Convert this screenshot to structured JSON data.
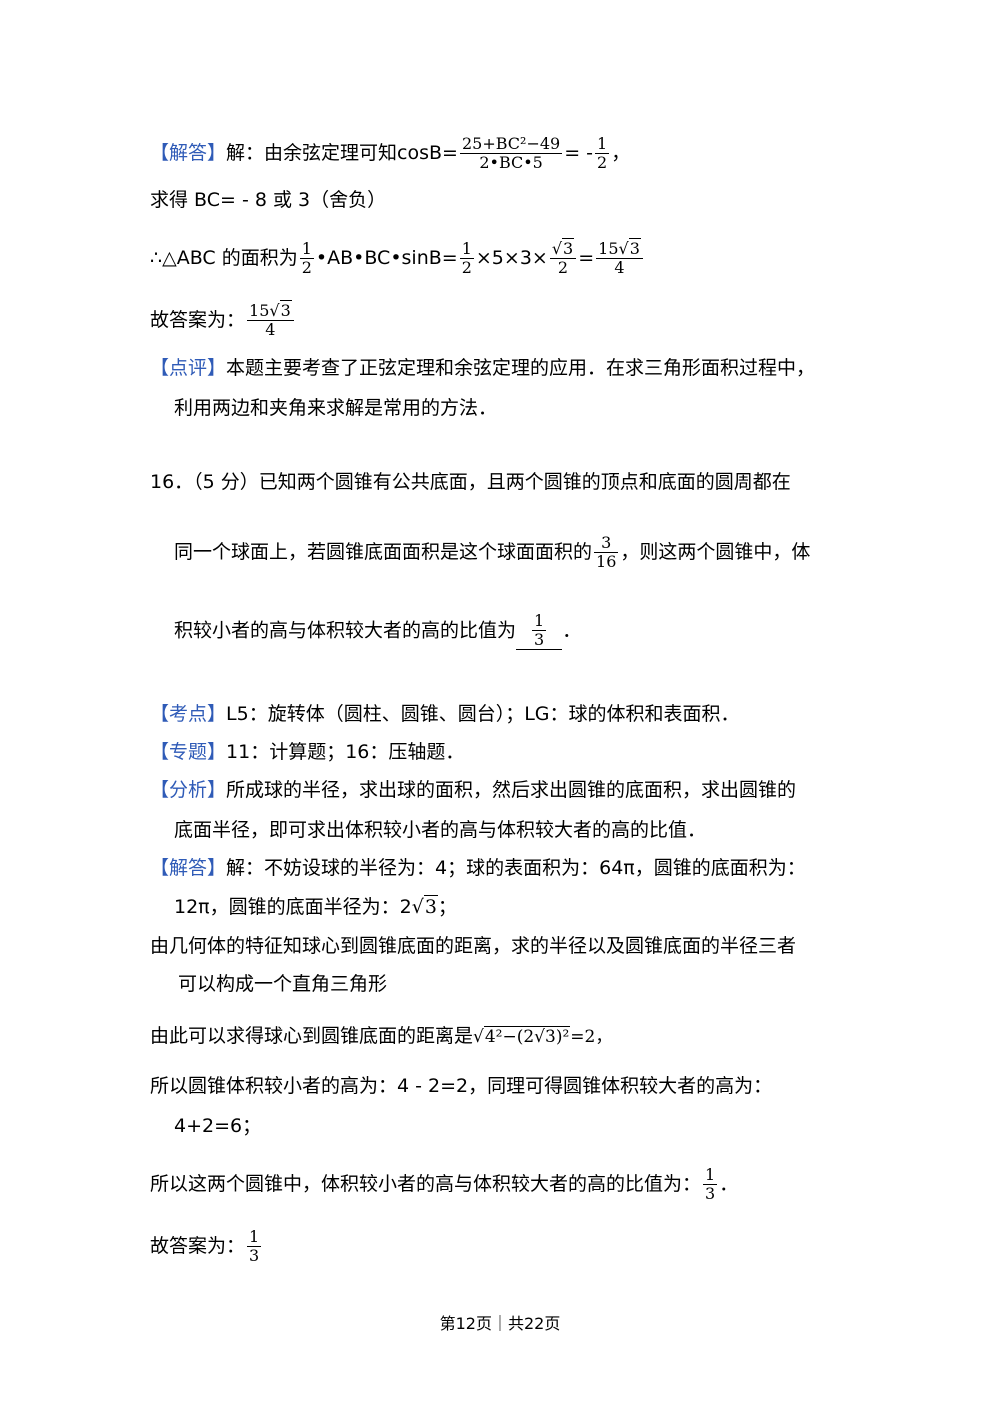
{
  "section_prev": {
    "solution_tag": "【解答】",
    "solution_text": "解：由余弦定理可知",
    "cosB_prefix": "cosB=",
    "cos_num": "25+BC²−49",
    "cos_den": "2•BC•5",
    "cos_eq": "= ‑",
    "half_num": "1",
    "half_den": "2",
    "cos_tail": "，",
    "bc_line": "求得 BC= ‑ 8 或 3（舍负）",
    "area_prefix": "∴△ABC 的面积为",
    "area_mid1": "•AB•BC•sinB=",
    "area_mid2": "×5×3×",
    "sqrt3": "3",
    "area_eq": "=",
    "area_num_coef": "15",
    "area_den": "4",
    "answer_prefix": "故答案为：",
    "comment_tag": "【点评】",
    "comment_text": "本题主要考查了正弦定理和余弦定理的应用．在求三角形面积过程中，",
    "comment_text2": "利用两边和夹角来求解是常用的方法．"
  },
  "question16": {
    "line1": "16．（5 分）已知两个圆锥有公共底面，且两个圆锥的顶点和底面的圆周都在",
    "line2_a": "同一个球面上，若圆锥底面面积是这个球面面积的",
    "frac_num": "3",
    "frac_den": "16",
    "line2_b": "，则这两个圆锥中，体",
    "line3_a": "积较小者的高与体积较大者的高的比值为",
    "ans_num": "1",
    "ans_den": "3",
    "line3_b": "．"
  },
  "analysis16": {
    "kaodian_tag": "【考点】",
    "kaodian_text": "L5：旋转体（圆柱、圆锥、圆台）；LG：球的体积和表面积．",
    "zhuanti_tag": "【专题】",
    "zhuanti_text": "11：计算题；16：压轴题．",
    "fenxi_tag": "【分析】",
    "fenxi_text": "所成球的半径，求出球的面积，然后求出圆锥的底面积，求出圆锥的",
    "fenxi_text2": "底面半径，即可求出体积较小者的高与体积较大者的高的比值．",
    "jieda_tag": "【解答】",
    "jieda_text": "解：不妨设球的半径为：4；球的表面积为：64π，圆锥的底面积为：",
    "jieda_text2_a": "12π，圆锥的底面半径为：2",
    "jieda_text2_b": "；",
    "geo_line1": "由几何体的特征知球心到圆锥底面的距离，求的半径以及圆锥底面的半径三者",
    "geo_line2": "可以构成一个直角三角形",
    "dist_prefix": "由此可以求得球心到圆锥底面的距离是",
    "dist_rad": "4²−(2√3)²",
    "dist_tail": "=2，",
    "height_line": "所以圆锥体积较小者的高为：4 ‑ 2=2，同理可得圆锥体积较大者的高为：",
    "height_line2": "4+2=6；",
    "ratio_prefix": "所以这两个圆锥中，体积较小者的高与体积较大者的高的比值为：",
    "ratio_num": "1",
    "ratio_den": "3",
    "ratio_tail": "．",
    "final_prefix": "故答案为：",
    "final_num": "1",
    "final_den": "3"
  },
  "footer": {
    "page_text": "第12页｜共22页"
  },
  "colors": {
    "tag": "#2f5bb7",
    "text": "#000000"
  }
}
